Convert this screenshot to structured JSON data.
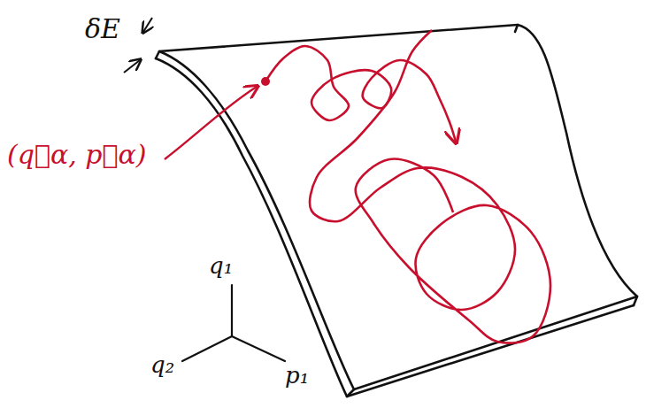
{
  "diagram": {
    "labels": [
      "δE",
      "(q⃗α, p⃗α)",
      "q₁",
      "q₂",
      "p₁"
    ]
  }
}
